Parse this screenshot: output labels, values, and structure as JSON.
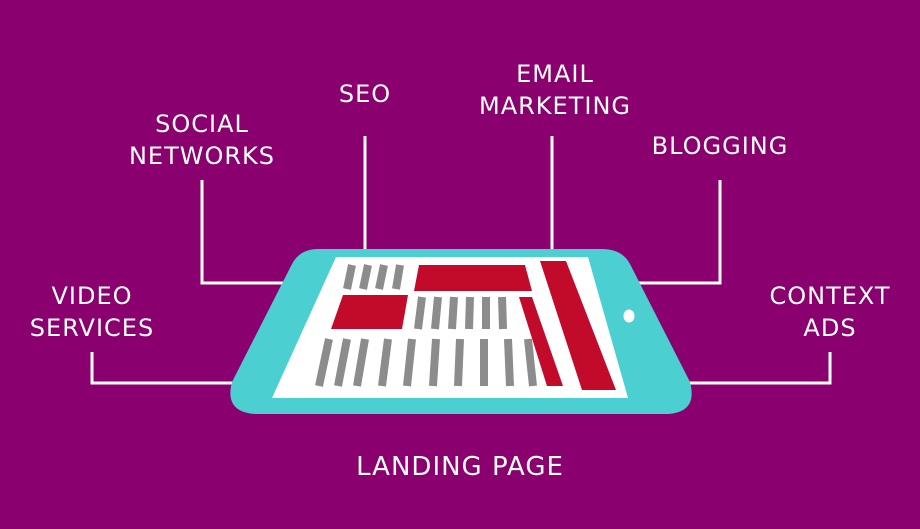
{
  "diagram": {
    "labels": {
      "social_networks": [
        "SOCIAL",
        "NETWORKS"
      ],
      "seo": [
        "SEO"
      ],
      "email_marketing": [
        "EMAIL",
        "MARKETING"
      ],
      "blogging": [
        "BLOGGING"
      ],
      "video_services": [
        "VIDEO",
        "SERVICES"
      ],
      "context_ads": [
        "CONTEXT",
        "ADS"
      ]
    },
    "caption": "LANDING PAGE"
  },
  "colors": {
    "background": "#8a006f",
    "line": "#ffffff",
    "tablet": "#4ccfd0",
    "screen": "#ffffff",
    "block": "#c20a2b",
    "bars": "#8c8c8c"
  }
}
